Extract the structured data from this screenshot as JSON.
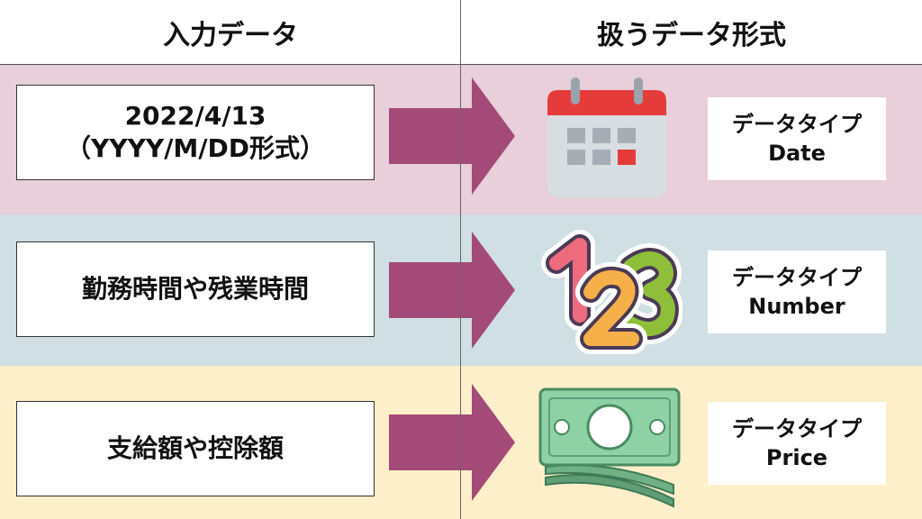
{
  "header": {
    "left_title": "入力データ",
    "right_title": "扱うデータ形式"
  },
  "rows": [
    {
      "input": "2022/4/13\n（YYYY/M/DD形式）",
      "icon": "calendar-icon",
      "type_label": "データタイプ",
      "type_name": "Date"
    },
    {
      "input": "勤務時間や残業時間",
      "icon": "numbers-123-icon",
      "type_label": "データタイプ",
      "type_name": "Number"
    },
    {
      "input": "支給額や控除額",
      "icon": "banknote-icon",
      "type_label": "データタイプ",
      "type_name": "Price"
    }
  ],
  "colors": {
    "row1_bg": "#e8cfd9",
    "row2_bg": "#cfdfe3",
    "row3_bg": "#fdefc9",
    "arrow": "#a44a78"
  }
}
